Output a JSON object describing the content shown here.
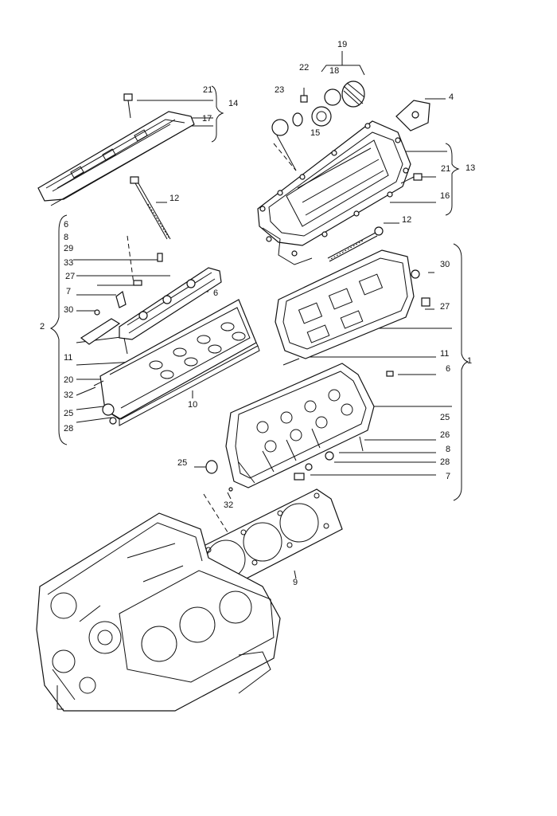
{
  "diagram": {
    "labels": [
      "19",
      "22",
      "18",
      "23",
      "21",
      "14",
      "4",
      "17",
      "15",
      "13",
      "21",
      "16",
      "12",
      "12",
      "6",
      "8",
      "29",
      "33",
      "27",
      "30",
      "7",
      "6",
      "30",
      "2",
      "27",
      "11",
      "11",
      "6",
      "20",
      "1",
      "32",
      "10",
      "25",
      "25",
      "28",
      "26",
      "8",
      "25",
      "28",
      "7",
      "32",
      "9"
    ]
  },
  "colors": {
    "ink": "#111111",
    "paper": "#ffffff"
  }
}
